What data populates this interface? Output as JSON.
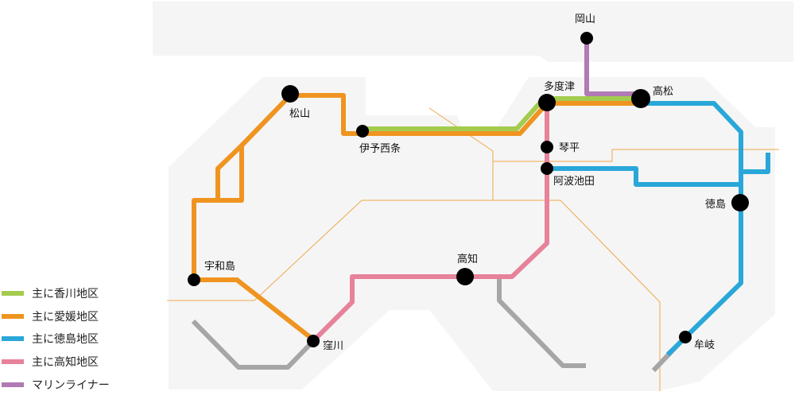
{
  "colors": {
    "land": "#f5f5f5",
    "border": "#f0a84a",
    "station": "#000000",
    "other_line": "#a6a6a6",
    "kagawa": "#a3cc4e",
    "ehime": "#ef9420",
    "tokushima": "#2aa7d9",
    "kochi": "#e6829a",
    "marine": "#b07ab5"
  },
  "stations": {
    "okayama": "岡山",
    "tadotsu": "多度津",
    "takamatsu": "高松",
    "matsuyama": "松山",
    "iyosaijo": "伊予西条",
    "kotohira": "琴平",
    "awaikeda": "阿波池田",
    "tokushima": "徳島",
    "uwajima": "宇和島",
    "kochi": "高知",
    "kubokawa": "窪川",
    "mugi": "牟岐"
  },
  "legend": [
    {
      "key": "kagawa",
      "label": "主に香川地区",
      "color": "#a3cc4e"
    },
    {
      "key": "ehime",
      "label": "主に愛媛地区",
      "color": "#ef9420"
    },
    {
      "key": "tokushima",
      "label": "主に徳島地区",
      "color": "#2aa7d9"
    },
    {
      "key": "kochi",
      "label": "主に高知地区",
      "color": "#e6829a"
    },
    {
      "key": "marine",
      "label": "マリンライナー",
      "color": "#b07ab5"
    }
  ]
}
